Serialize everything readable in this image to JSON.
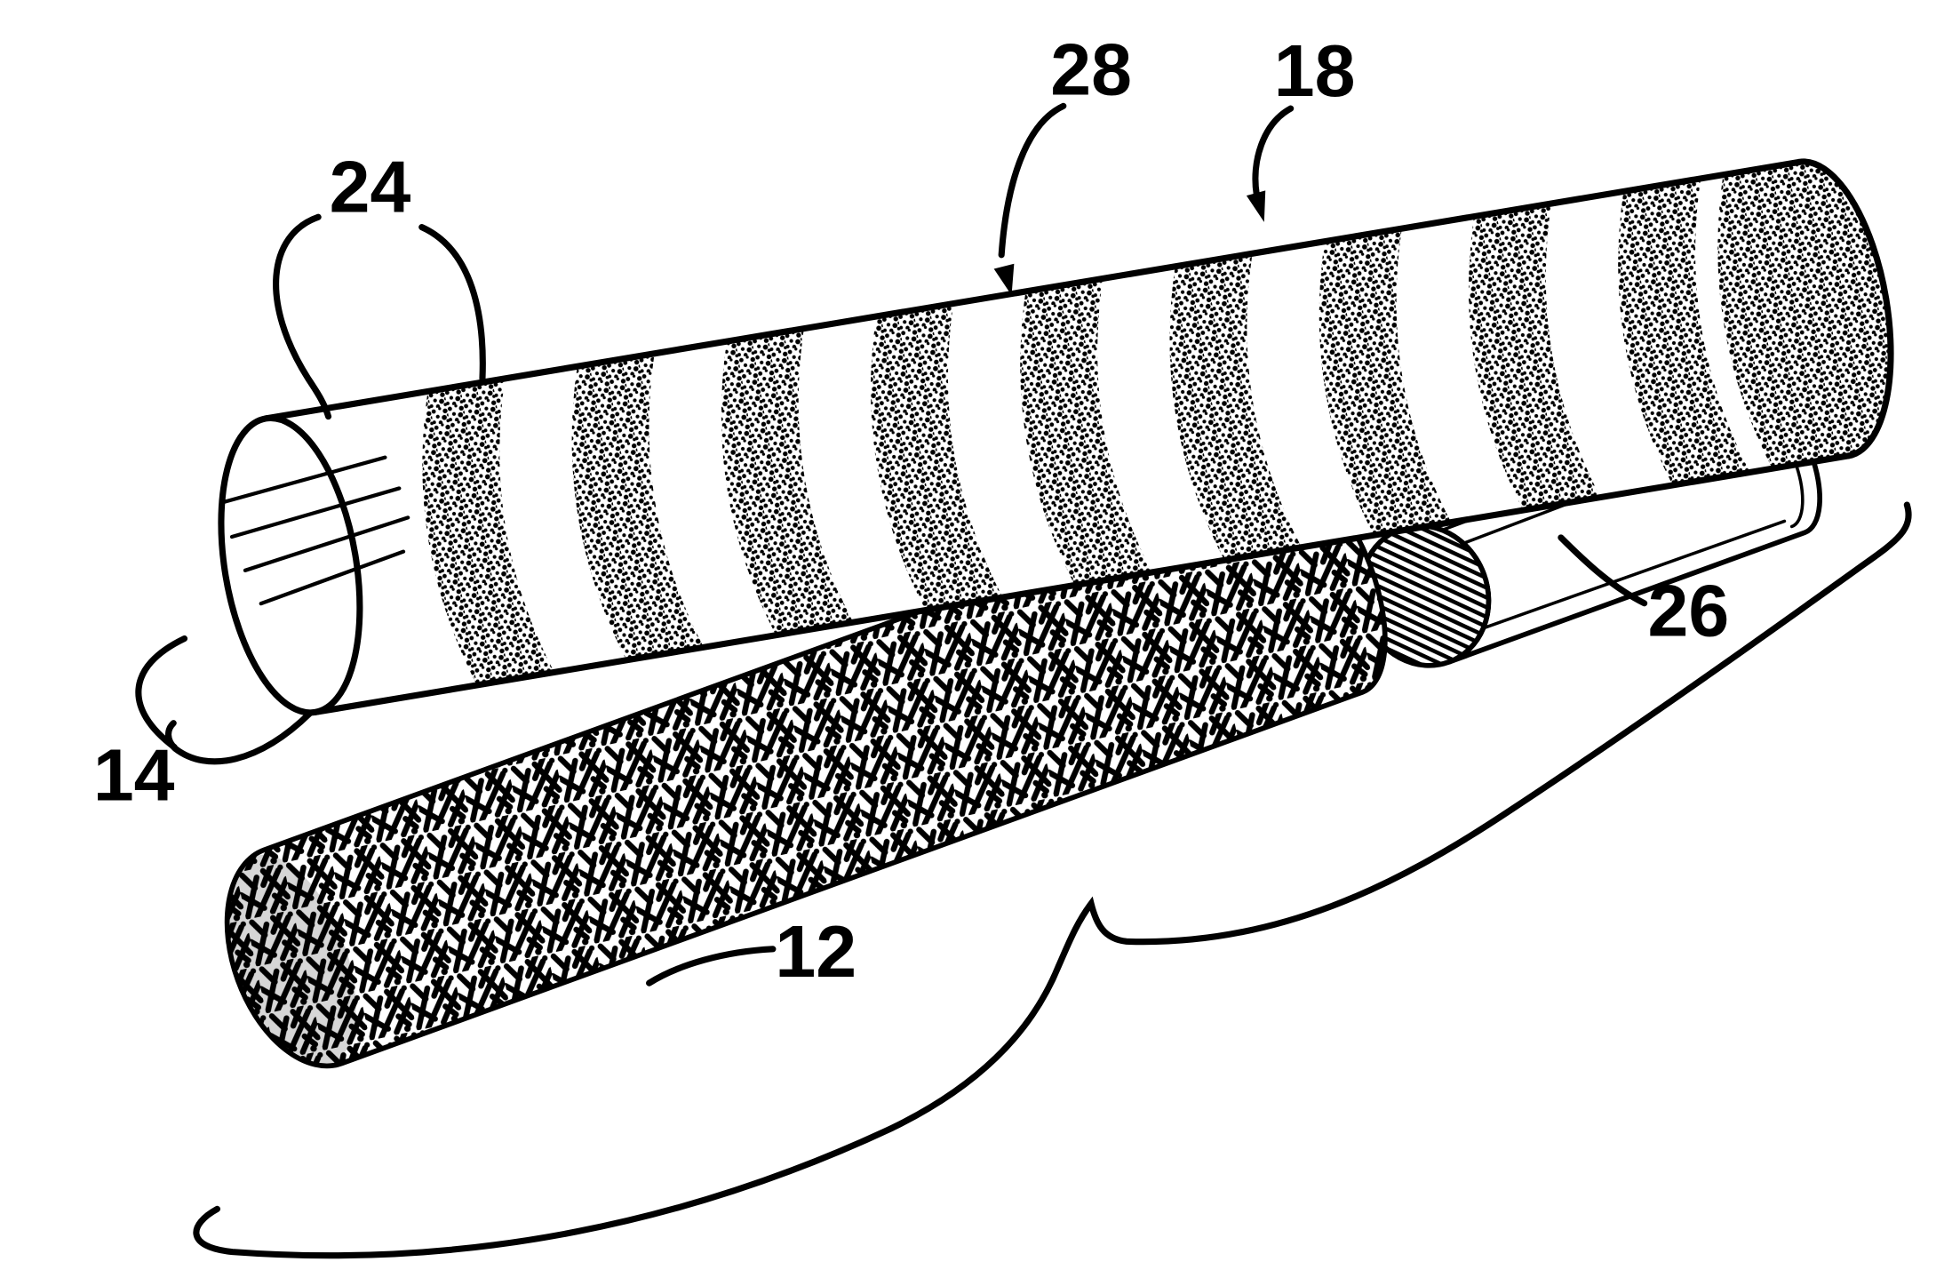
{
  "figure": {
    "kind": "patent-style line drawing",
    "background": "#ffffff",
    "ink": "#000000",
    "sleeve": {
      "band_count": 9
    },
    "labels": {
      "open_end": "14",
      "white_band": "24",
      "dark_band": "28",
      "end_band": "18",
      "rod": "12",
      "plug": "26"
    }
  }
}
